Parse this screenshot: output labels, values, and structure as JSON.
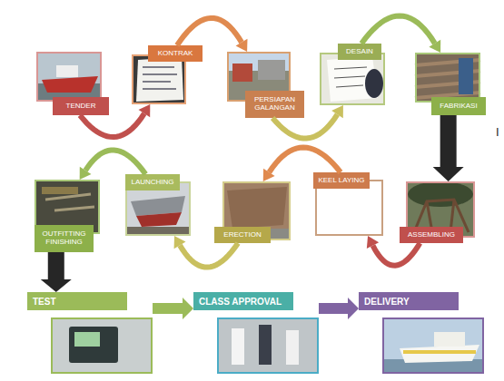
{
  "diagram": {
    "nodes": [
      {
        "text": [
          "TENDER"
        ]
      },
      {
        "text": [
          "KONTRAK"
        ]
      },
      {
        "text": [
          "PERSIAPAN GALANGAN"
        ]
      },
      {
        "text": [
          "DESAIN"
        ]
      },
      {
        "text": [
          "FABRIKASI"
        ]
      },
      {
        "text": [
          "ASSEMBLING"
        ]
      },
      {
        "text": [
          "KEEL LAYING"
        ]
      },
      {
        "text": [
          "ERECTION"
        ]
      },
      {
        "text": [
          "LAUNCHING"
        ]
      },
      {
        "text": [
          "OUTFITTING FINISHING"
        ]
      },
      {
        "text": [
          "TEST"
        ]
      },
      {
        "text": [
          "CLASS APPROVAL"
        ]
      },
      {
        "text": [
          "DELIVERY"
        ]
      }
    ],
    "edges": [
      {
        "from": 0,
        "to": 1,
        "arrow": "to"
      },
      {
        "from": 1,
        "to": 2,
        "arrow": "to"
      },
      {
        "from": 2,
        "to": 3,
        "arrow": "to"
      },
      {
        "from": 3,
        "to": 4,
        "arrow": "to"
      },
      {
        "from": 4,
        "to": 5,
        "arrow": "to"
      },
      {
        "from": 5,
        "to": 6,
        "arrow": "to"
      },
      {
        "from": 6,
        "to": 7,
        "arrow": "to"
      },
      {
        "from": 7,
        "to": 8,
        "arrow": "to"
      },
      {
        "from": 8,
        "to": 9,
        "arrow": "to"
      },
      {
        "from": 9,
        "to": 10,
        "arrow": "to"
      },
      {
        "from": 10,
        "to": 11,
        "arrow": "to"
      },
      {
        "from": 11,
        "to": 12,
        "arrow": "to"
      }
    ],
    "labels": [
      "I"
    ]
  }
}
